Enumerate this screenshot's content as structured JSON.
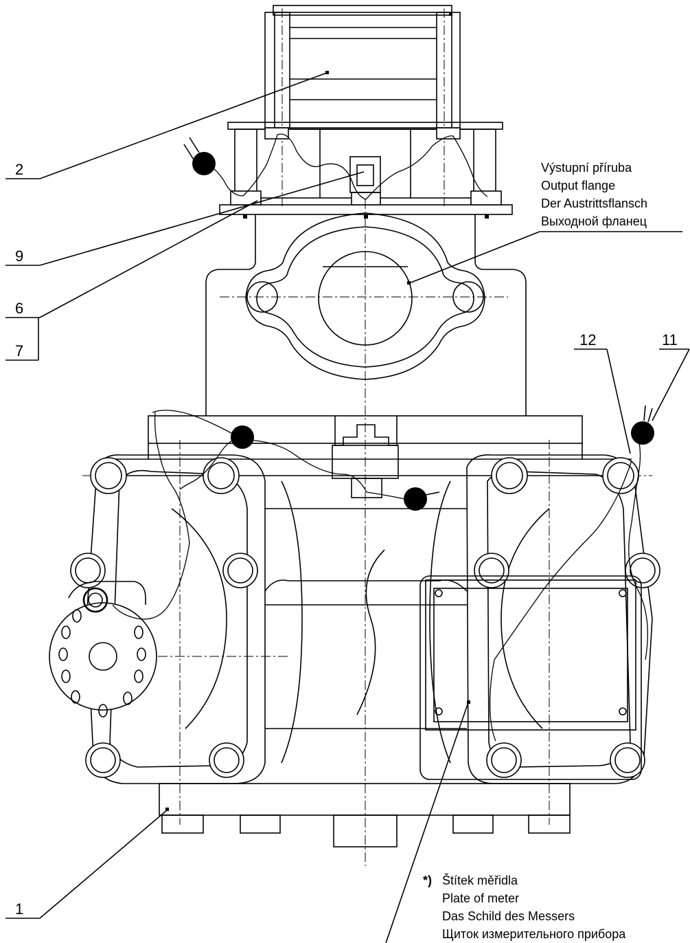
{
  "callouts": {
    "c1": "1",
    "c2": "2",
    "c6": "6",
    "c7": "7",
    "c9": "9",
    "c11": "11",
    "c12": "12"
  },
  "output_flange": {
    "line1": "Výstupní příruba",
    "line2": "Output flange",
    "line3": "Der Austrittsflansch",
    "line4": "Выходной фланец"
  },
  "meter_plate": {
    "marker": "*)",
    "line1": "Štítek měřidla",
    "line2": "Plate of meter",
    "line3": "Das Schild des Messers",
    "line4": "Щиток измерительного прибора"
  }
}
